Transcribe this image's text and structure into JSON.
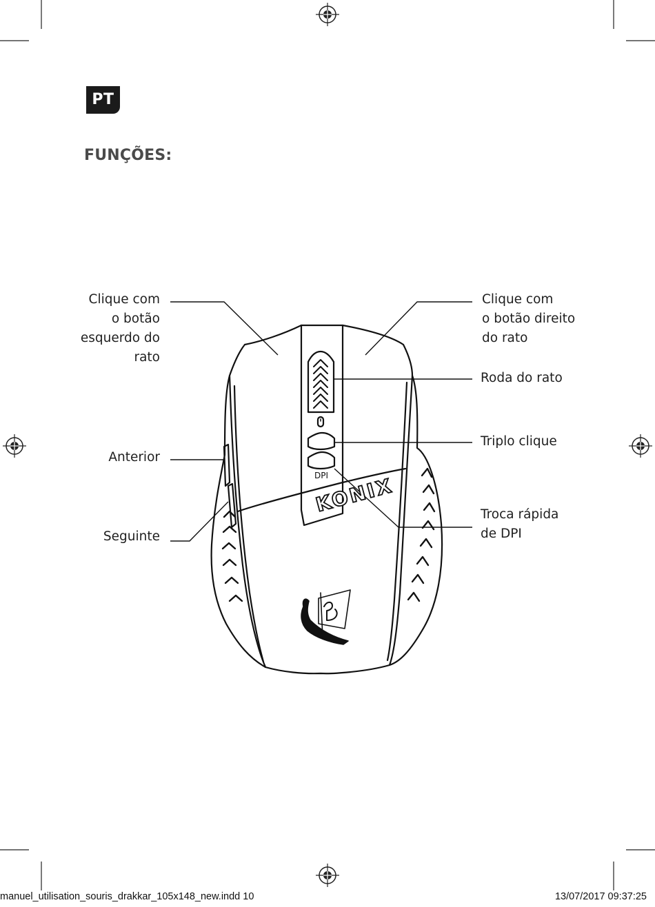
{
  "badge": "PT",
  "title": "FUNÇÕES:",
  "labels": {
    "left_click": [
      "Clique com",
      "o botão",
      "esquerdo do",
      "rato"
    ],
    "right_click": [
      "Clique com",
      "o botão direito",
      "do rato"
    ],
    "wheel": "Roda do rato",
    "triple_click": "Triplo clique",
    "forward": "Anterior",
    "back": "Seguinte",
    "dpi_switch": [
      "Troca rápida",
      "de DPI"
    ]
  },
  "mouse": {
    "dpi_text": "DPI",
    "brand_text": "KONIX"
  },
  "footer": {
    "file": "manuel_utilisation_souris_drakkar_105x148_new.indd   10",
    "timestamp": "13/07/2017   09:37:25"
  }
}
